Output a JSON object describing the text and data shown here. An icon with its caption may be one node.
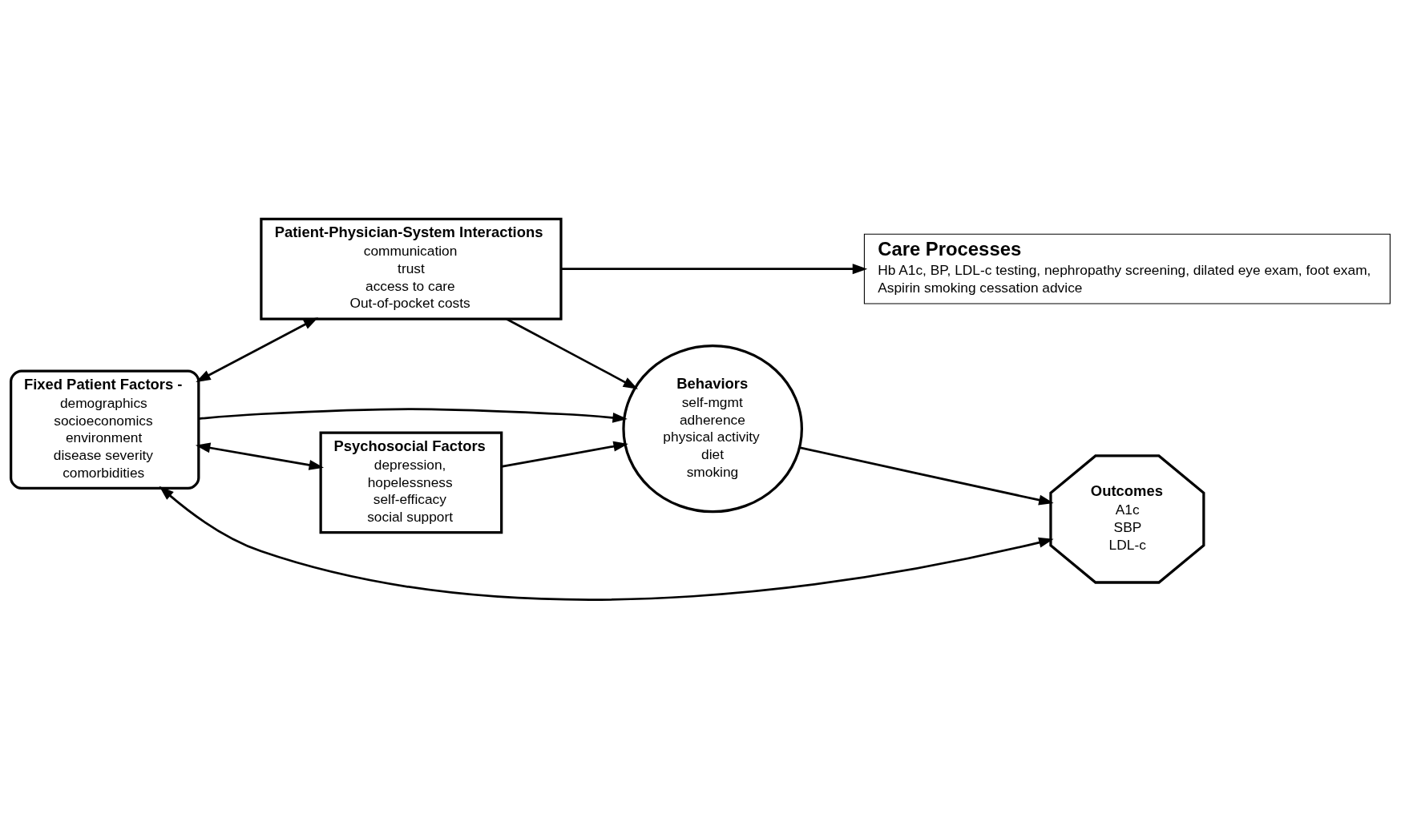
{
  "diagram": {
    "nodes": [
      {
        "text": [
          "Fixed Patient Factors -",
          "demographics",
          "socioeconomics",
          "environment",
          "disease severity",
          "comorbidities"
        ]
      },
      {
        "text": [
          "Patient-Physician-System Interactions",
          "communication",
          "trust",
          "access to care",
          "Out-of-pocket costs"
        ]
      },
      {
        "text": [
          "Care Processes",
          "Hb A1c, BP, LDL-c testing, nephropathy screening, dilated eye exam, foot exam,",
          "Aspirin smoking cessation advice"
        ]
      },
      {
        "text": [
          "Behaviors",
          "self-mgmt",
          "adherence",
          "physical activity",
          "diet",
          "smoking"
        ]
      },
      {
        "text": [
          "Outcomes",
          "A1c",
          "SBP",
          "LDL-c"
        ]
      },
      {
        "text": [
          "Psychosocial Factors",
          "depression,",
          "hopelessness",
          "self-efficacy",
          "social support"
        ]
      }
    ],
    "edges": [
      {
        "from": 0,
        "to": 1,
        "arrow": "both"
      },
      {
        "from": 1,
        "to": 2,
        "arrow": "to"
      },
      {
        "from": 1,
        "to": 3,
        "arrow": "to"
      },
      {
        "from": 0,
        "to": 3,
        "arrow": "to"
      },
      {
        "from": 5,
        "to": 3,
        "arrow": "to"
      },
      {
        "from": 0,
        "to": 5,
        "arrow": "both"
      },
      {
        "from": 0,
        "to": 4,
        "arrow": "both"
      },
      {
        "from": 3,
        "to": 4,
        "arrow": "to"
      }
    ]
  }
}
